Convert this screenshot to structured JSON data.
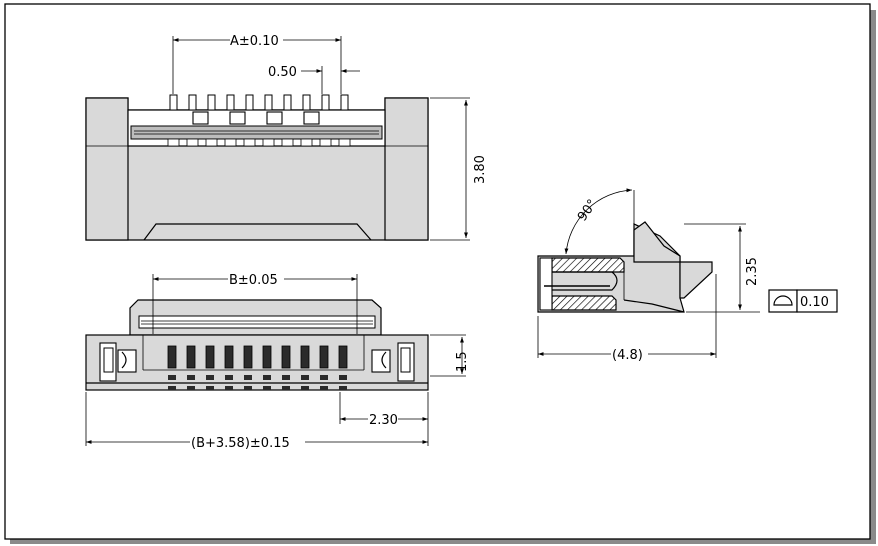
{
  "dimensions": {
    "pitch_tolerance": "A±0.10",
    "pin_pitch": "0.50",
    "total_height": "3.80",
    "b_tolerance": "B±0.05",
    "side_height": "1.5",
    "offset": "2.30",
    "overall_length": "(B+3.58)±0.15",
    "angle": "90°",
    "side_height_2": "2.35",
    "side_length": "(4.8)"
  },
  "tolerance_frame": {
    "symbol": "profile-of-surface-icon",
    "value": "0.10"
  }
}
